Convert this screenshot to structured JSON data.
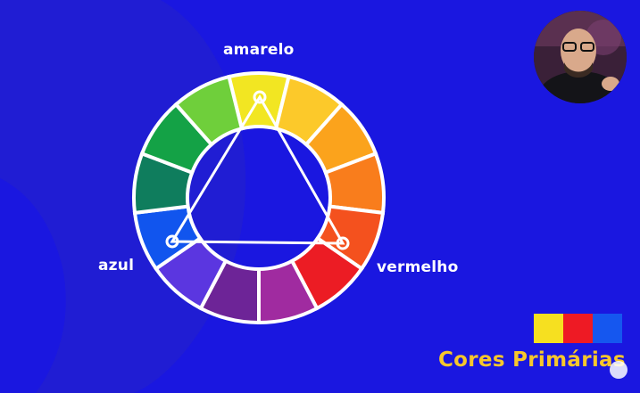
{
  "labels": {
    "top": "amarelo",
    "left": "azul",
    "right": "vermelho"
  },
  "caption": "Cores Primárias",
  "colors": {
    "background": "#1a17e0",
    "caption": "#f7c72b",
    "wheel_border": "#ffffff"
  },
  "wheel_segments": [
    "#f2e622",
    "#fcc92a",
    "#fba31c",
    "#f97d1c",
    "#f4511e",
    "#ec1c24",
    "#a02ba0",
    "#6d2497",
    "#5b36e0",
    "#1155ee",
    "#0f7d5d",
    "#14a246",
    "#6fcf3b"
  ],
  "swatches": [
    "#f6e020",
    "#ee1a24",
    "#1557ef"
  ],
  "webcam": {
    "description_icon": "presenter-icon"
  }
}
